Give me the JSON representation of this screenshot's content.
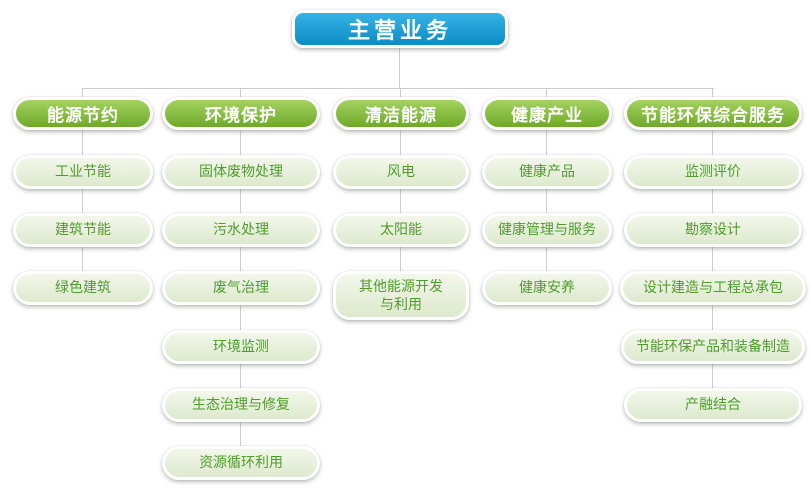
{
  "root": {
    "label": "主营业务"
  },
  "columns": [
    {
      "label": "能源节约",
      "children": [
        {
          "label": "工业节能"
        },
        {
          "label": "建筑节能"
        },
        {
          "label": "绿色建筑"
        }
      ]
    },
    {
      "label": "环境保护",
      "children": [
        {
          "label": "固体废物处理"
        },
        {
          "label": "污水处理"
        },
        {
          "label": "废气治理"
        },
        {
          "label": "环境监测"
        },
        {
          "label": "生态治理与修复"
        },
        {
          "label": "资源循环利用"
        }
      ]
    },
    {
      "label": "清洁能源",
      "children": [
        {
          "label": "风电"
        },
        {
          "label": "太阳能"
        },
        {
          "label": "其他能源开发\n与利用"
        }
      ]
    },
    {
      "label": "健康产业",
      "children": [
        {
          "label": "健康产品"
        },
        {
          "label": "健康管理与服务"
        },
        {
          "label": "健康安养"
        }
      ]
    },
    {
      "label": "节能环保综合服务",
      "children": [
        {
          "label": "监测评价"
        },
        {
          "label": "勘察设计"
        },
        {
          "label": "设计建造与工程总承包"
        },
        {
          "label": "节能环保产品和装备制造"
        },
        {
          "label": "产融结合"
        }
      ]
    }
  ],
  "colors": {
    "root_bg_top": "#36b3e5",
    "root_bg_bottom": "#0c8cc6",
    "branch_bg_top": "#a3d260",
    "branch_bg_bottom": "#6fa928",
    "leaf_bg_top": "#f3f7eb",
    "leaf_bg_bottom": "#dde9cd",
    "leaf_text": "#4f9c2d",
    "connector": "#cccccc",
    "node_border": "#ffffff"
  }
}
